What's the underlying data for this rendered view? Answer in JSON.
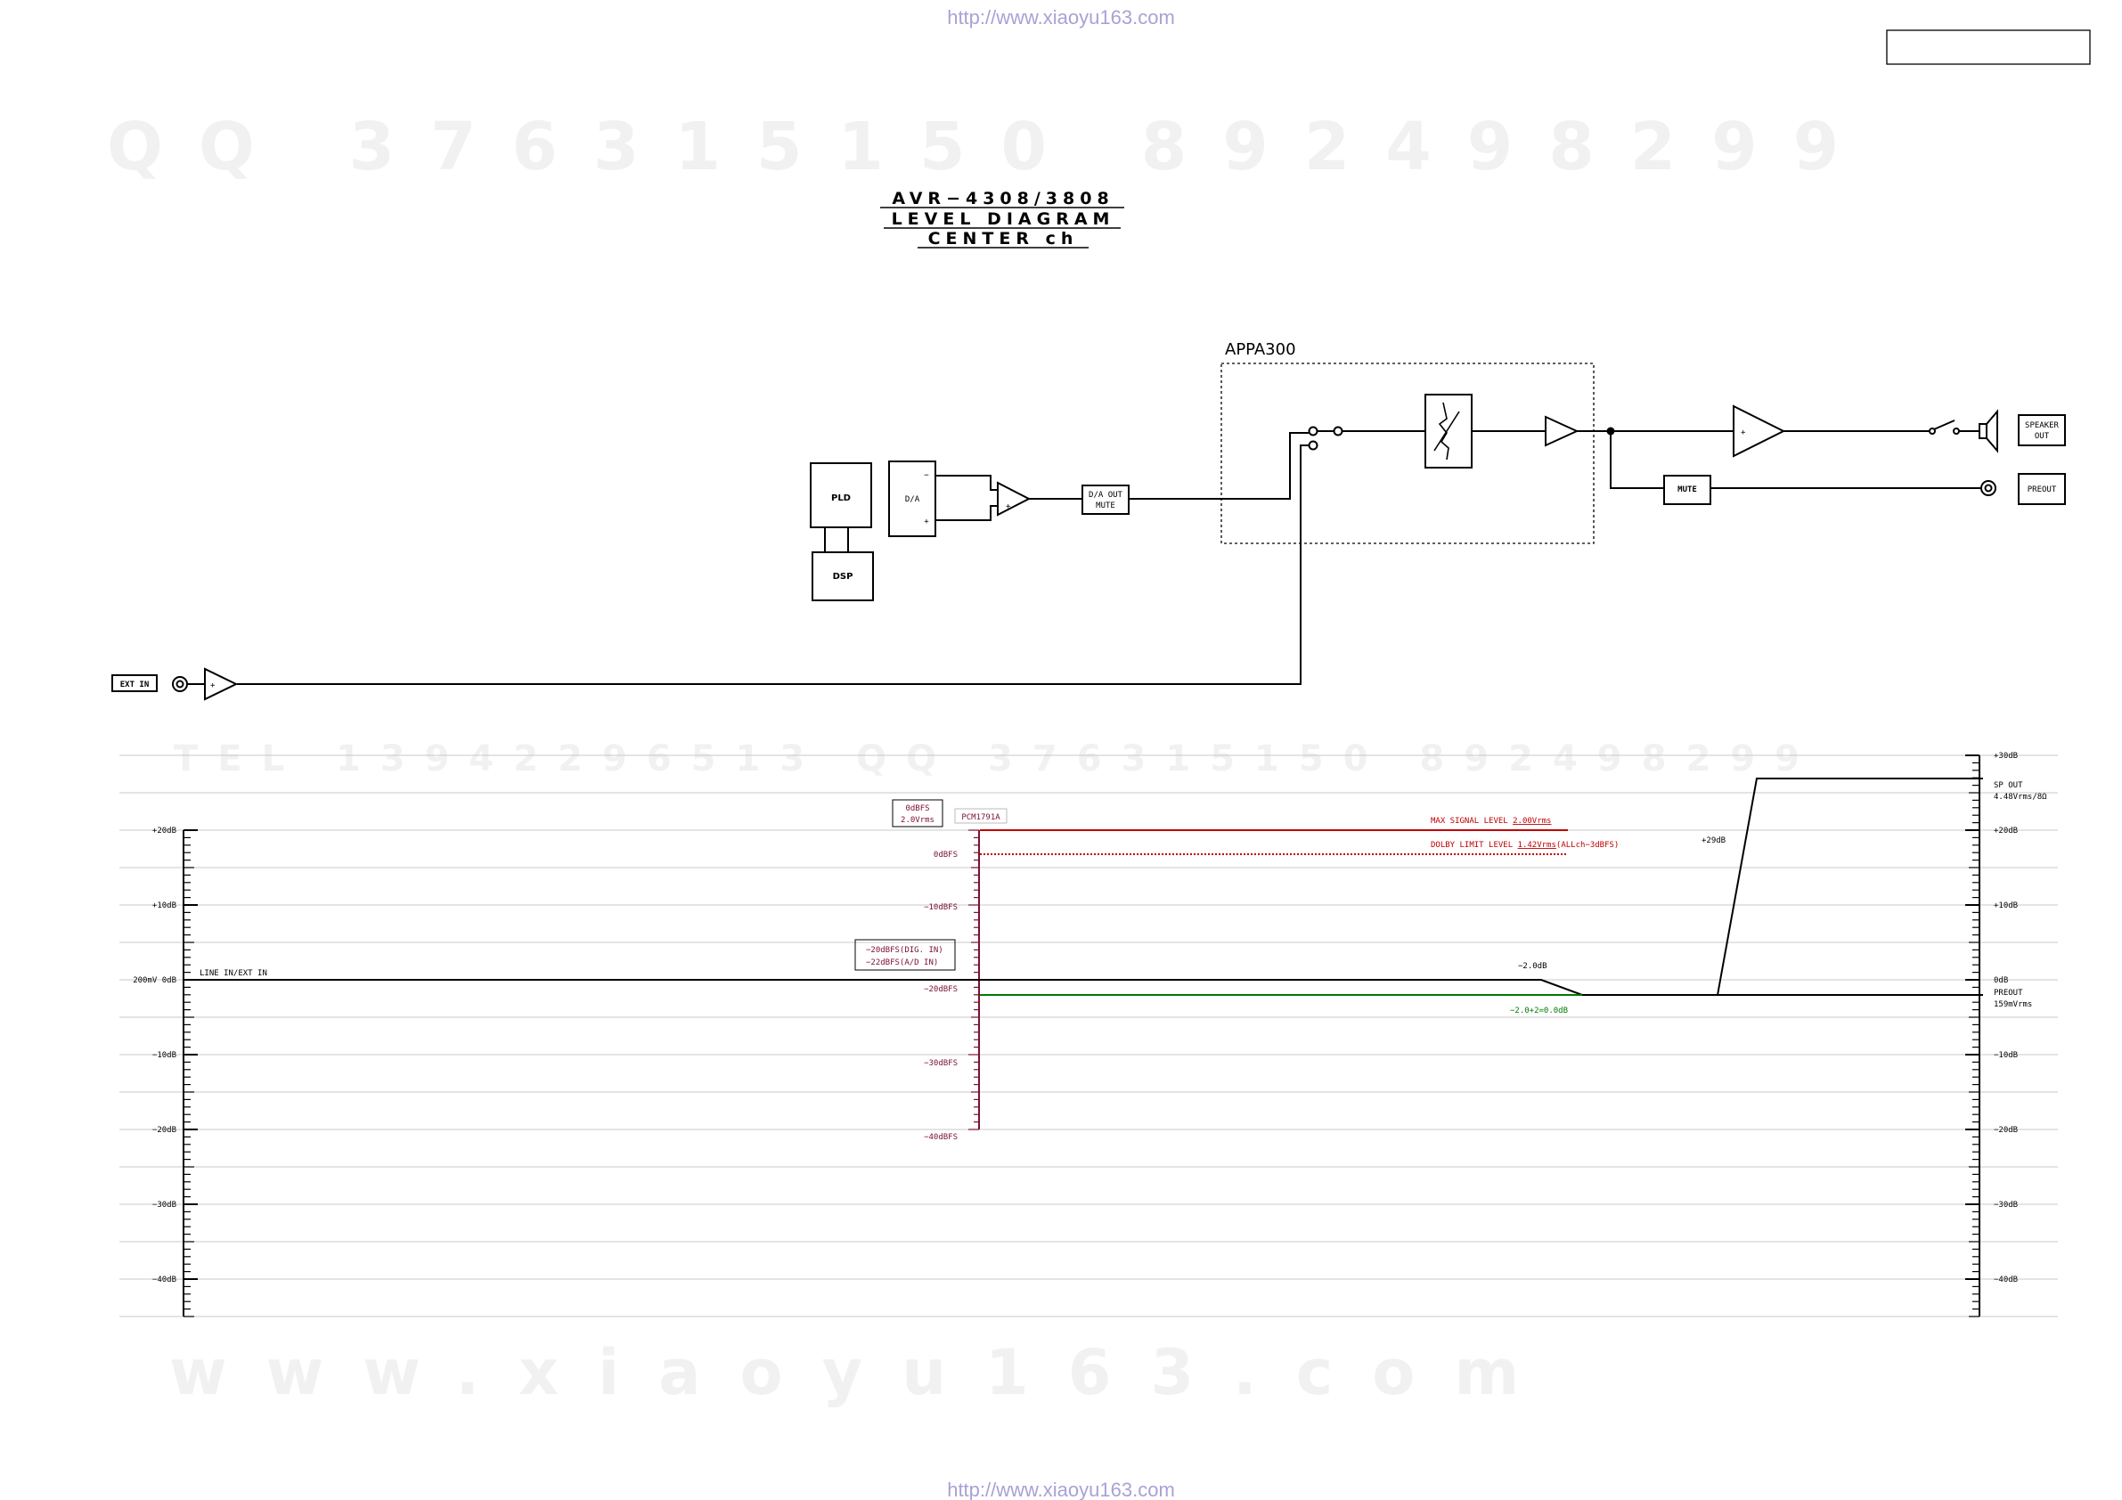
{
  "page": {
    "url_top": "http://www.xiaoyu163.com",
    "url_bottom": "http://www.xiaoyu163.com",
    "watermark_top": "QQ 376315150   892498299",
    "watermark_mid": "TEL 13942296513   QQ 376315150   892498299",
    "watermark_bottom": "www.xiaoyu163.com"
  },
  "title": {
    "line1": "AVR−4308/3808",
    "line2": "LEVEL DIAGRAM",
    "line3": "CENTER ch"
  },
  "blocks": {
    "pld": "PLD",
    "dsp": "DSP",
    "da": "D/A",
    "da_minus": "−",
    "da_plus": "+",
    "da_out_mute_1": "D/A OUT",
    "da_out_mute_2": "MUTE",
    "appa300": "APPA300",
    "mute": "MUTE",
    "speaker_out_1": "SPEAKER",
    "speaker_out_2": "OUT",
    "preout": "PREOUT",
    "ext_in": "EXT IN",
    "plus": "+"
  },
  "left_axis": {
    "ticks": [
      "+20dB",
      "+10dB",
      "200mV  0dB",
      "−10dB",
      "−20dB",
      "−30dB",
      "−40dB"
    ]
  },
  "right_axis": {
    "ticks": [
      "+30dB",
      "+20dB",
      "+10dB",
      "0dB",
      "−10dB",
      "−20dB",
      "−30dB",
      "−40dB"
    ]
  },
  "dbfs_axis": {
    "ticks": [
      "0dBFS",
      "−10dBFS",
      "−20dBFS",
      "−30dBFS",
      "−40dBFS"
    ]
  },
  "annotations": {
    "line_in": "LINE IN/EXT IN",
    "zero_dbfs_1": "0dBFS",
    "zero_dbfs_2": "2.0Vrms",
    "pcm": "PCM1791A",
    "dig_in": "−20dBFS(DIG. IN)",
    "ad_in": "−22dBFS(A/D IN)",
    "max_level_prefix": "MAX SIGNAL LEVEL ",
    "max_level_value": "2.00Vrms",
    "dolby_prefix": "DOLBY LIMIT LEVEL ",
    "dolby_value": "1.42Vrms",
    "dolby_suffix": "(ALLch−3dBFS)",
    "minus2": "−2.0dB",
    "sum": "−2.0+2=0.0dB",
    "gain29": "+29dB",
    "sp_out_1": "SP OUT",
    "sp_out_2": "4.48Vrms/8Ω",
    "preout_1": "PREOUT",
    "preout_2": "159mVrms"
  },
  "colors": {
    "red": "#c00000",
    "green": "#007a00",
    "maroon": "#7a1030",
    "grid": "#c8c8c8"
  }
}
